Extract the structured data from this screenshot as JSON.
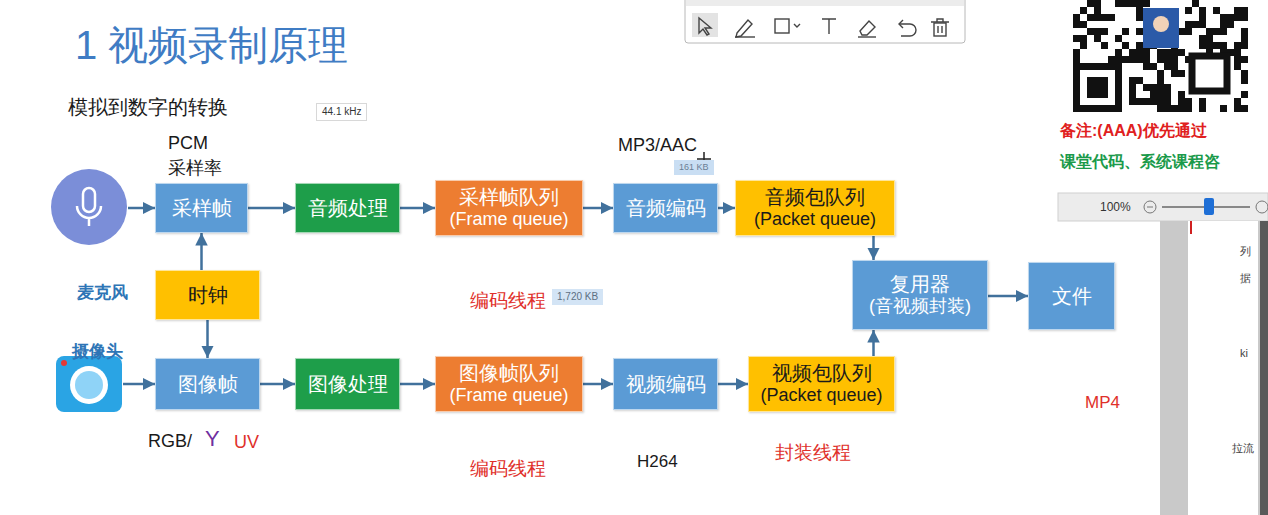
{
  "diagram": {
    "title": "1 视频录制原理",
    "nodes": [
      {
        "text": [
          "麦克风"
        ]
      },
      {
        "text": [
          "采样帧"
        ]
      },
      {
        "text": [
          "音频处理"
        ]
      },
      {
        "text": [
          "采样帧队列",
          "(Frame queue)"
        ]
      },
      {
        "text": [
          "音频编码"
        ]
      },
      {
        "text": [
          "音频包队列",
          "(Packet queue)"
        ]
      },
      {
        "text": [
          "时钟"
        ]
      },
      {
        "text": [
          "复用器",
          "(音视频封装)"
        ]
      },
      {
        "text": [
          "文件"
        ]
      },
      {
        "text": [
          "摄像头"
        ]
      },
      {
        "text": [
          "图像帧"
        ]
      },
      {
        "text": [
          "图像处理"
        ]
      },
      {
        "text": [
          "图像帧队列",
          "(Frame queue)"
        ]
      },
      {
        "text": [
          "视频编码"
        ]
      },
      {
        "text": [
          "视频包队列",
          "(Packet queue)"
        ]
      }
    ],
    "edges": [
      {
        "from": 0,
        "to": 1,
        "arrow": "to"
      },
      {
        "from": 1,
        "to": 2,
        "arrow": "to"
      },
      {
        "from": 2,
        "to": 3,
        "arrow": "to"
      },
      {
        "from": 3,
        "to": 4,
        "arrow": "to"
      },
      {
        "from": 4,
        "to": 5,
        "arrow": "to"
      },
      {
        "from": 5,
        "to": 7,
        "arrow": "to"
      },
      {
        "from": 6,
        "to": 1,
        "arrow": "to"
      },
      {
        "from": 6,
        "to": 10,
        "arrow": "to"
      },
      {
        "from": 7,
        "to": 8,
        "arrow": "to"
      },
      {
        "from": 9,
        "to": 10,
        "arrow": "to"
      },
      {
        "from": 10,
        "to": 11,
        "arrow": "to"
      },
      {
        "from": 11,
        "to": 12,
        "arrow": "to"
      },
      {
        "from": 12,
        "to": 13,
        "arrow": "to"
      },
      {
        "from": 13,
        "to": 14,
        "arrow": "to"
      },
      {
        "from": 14,
        "to": 7,
        "arrow": "to"
      }
    ],
    "labels": [
      "模拟到数字的转换",
      "44.1 kHz",
      "PCM",
      "采样率",
      "MP3/AAC",
      "161 KB",
      "编码线程",
      "1,720 KB",
      "RGB/",
      "Y",
      "UV",
      "编码线程",
      "H264",
      "封装线程",
      "MP4",
      "备注:(AAA)优先通过",
      "课堂代码、系统课程咨",
      "100%",
      "列",
      "据",
      "ki",
      "拉流"
    ]
  }
}
